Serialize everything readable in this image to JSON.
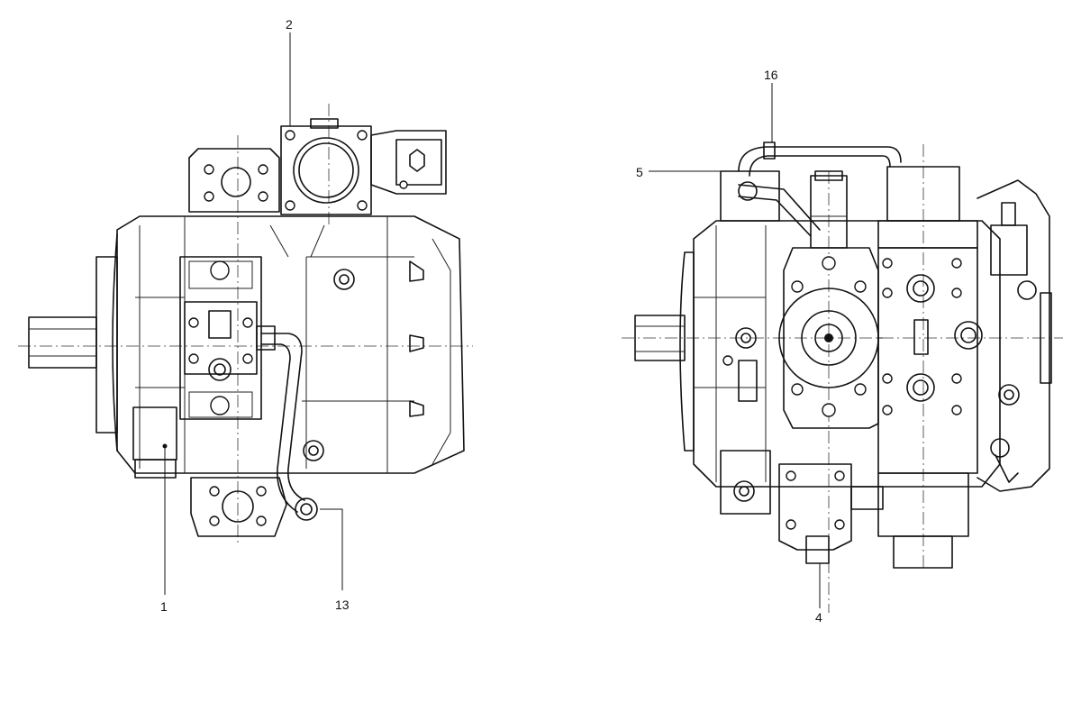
{
  "views": [
    {
      "id": "left-view",
      "callouts": [
        {
          "id": "2",
          "text": "2"
        },
        {
          "id": "1",
          "text": "1"
        },
        {
          "id": "13",
          "text": "13"
        }
      ]
    },
    {
      "id": "right-view",
      "callouts": [
        {
          "id": "16",
          "text": "16"
        },
        {
          "id": "5",
          "text": "5"
        },
        {
          "id": "4",
          "text": "4"
        }
      ]
    }
  ]
}
